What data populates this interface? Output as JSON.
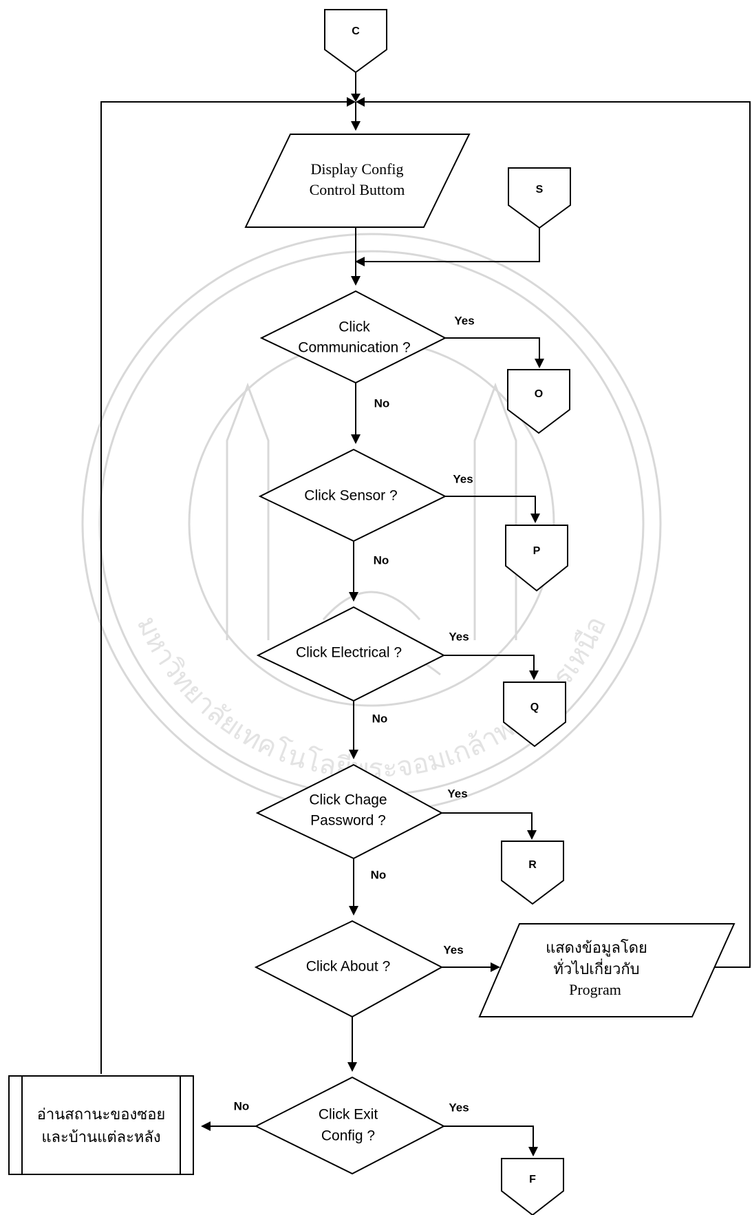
{
  "connectors": {
    "c": "C",
    "s": "S",
    "o": "O",
    "p": "P",
    "q": "Q",
    "r": "R",
    "f": "F"
  },
  "io": {
    "display_line1": "Display Config",
    "display_line2": "Control Buttom",
    "about_line1": "แสดงข้อมูลโดย",
    "about_line2": "ทั่วไปเกี่ยวกับ",
    "about_line3": "Program"
  },
  "decisions": {
    "communication_line1": "Click",
    "communication_line2": "Communication ?",
    "sensor": "Click Sensor ?",
    "electrical": "Click Electrical ?",
    "password_line1": "Click Chage",
    "password_line2": "Password ?",
    "about": "Click About ?",
    "exit_line1": "Click Exit",
    "exit_line2": "Config ?"
  },
  "process": {
    "read_line1": "อ่านสถานะของซอย",
    "read_line2": "และบ้านแต่ละหลัง"
  },
  "edge_labels": {
    "yes": "Yes",
    "no": "No"
  },
  "watermark": {
    "text": "มหาวิทยาลัยเทคโนโลยีพระจอมเกล้าพระนครเหนือ"
  }
}
